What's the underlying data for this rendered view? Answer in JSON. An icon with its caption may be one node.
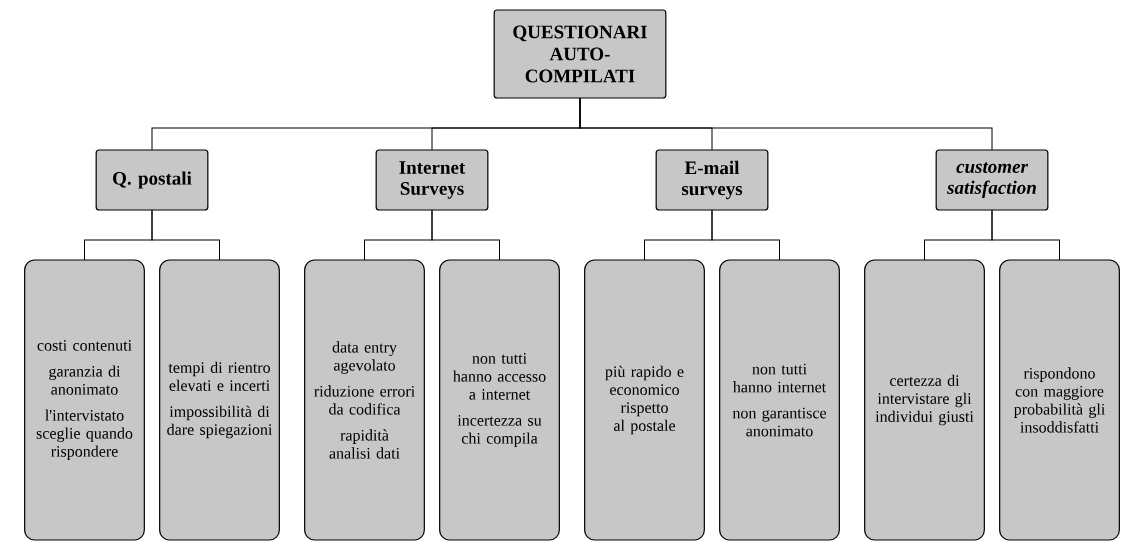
{
  "diagram": {
    "nodes": [
      {
        "text": [
          "QUESTIONARI AUTO-COMPILATI"
        ]
      },
      {
        "text": [
          "Q. postali"
        ]
      },
      {
        "text": [
          "Internet Surveys"
        ]
      },
      {
        "text": [
          "E-mail surveys"
        ]
      },
      {
        "text": [
          "customer satisfaction"
        ]
      },
      {
        "text": [
          "costi contenuti",
          "garanzia di anonimato",
          "l'intervistato sceglie quando rispondere"
        ]
      },
      {
        "text": [
          "tempi di rientro elevati e incerti",
          "impossibilità di dare spiegazioni"
        ]
      },
      {
        "text": [
          "data entry agevolato",
          "riduzione errori da codifica",
          "rapidità analisi dati"
        ]
      },
      {
        "text": [
          "non tutti hanno accesso a internet",
          "incertezza su chi compila"
        ]
      },
      {
        "text": [
          "più rapido e economico rispetto al postale"
        ]
      },
      {
        "text": [
          "non tutti hanno internet",
          "non garantisce anonimato"
        ]
      },
      {
        "text": [
          "certezza di intervistare gli individui giusti"
        ]
      },
      {
        "text": [
          "rispondono con maggiore probabilità gli insoddisfatti"
        ]
      }
    ],
    "edges": [
      {
        "from": 0,
        "to": 1,
        "arrow": "none"
      },
      {
        "from": 0,
        "to": 2,
        "arrow": "none"
      },
      {
        "from": 0,
        "to": 3,
        "arrow": "none"
      },
      {
        "from": 0,
        "to": 4,
        "arrow": "none"
      },
      {
        "from": 1,
        "to": 5,
        "arrow": "none"
      },
      {
        "from": 1,
        "to": 6,
        "arrow": "none"
      },
      {
        "from": 2,
        "to": 7,
        "arrow": "none"
      },
      {
        "from": 2,
        "to": 8,
        "arrow": "none"
      },
      {
        "from": 3,
        "to": 9,
        "arrow": "none"
      },
      {
        "from": 3,
        "to": 10,
        "arrow": "none"
      },
      {
        "from": 4,
        "to": 11,
        "arrow": "none"
      },
      {
        "from": 4,
        "to": 12,
        "arrow": "none"
      }
    ]
  }
}
